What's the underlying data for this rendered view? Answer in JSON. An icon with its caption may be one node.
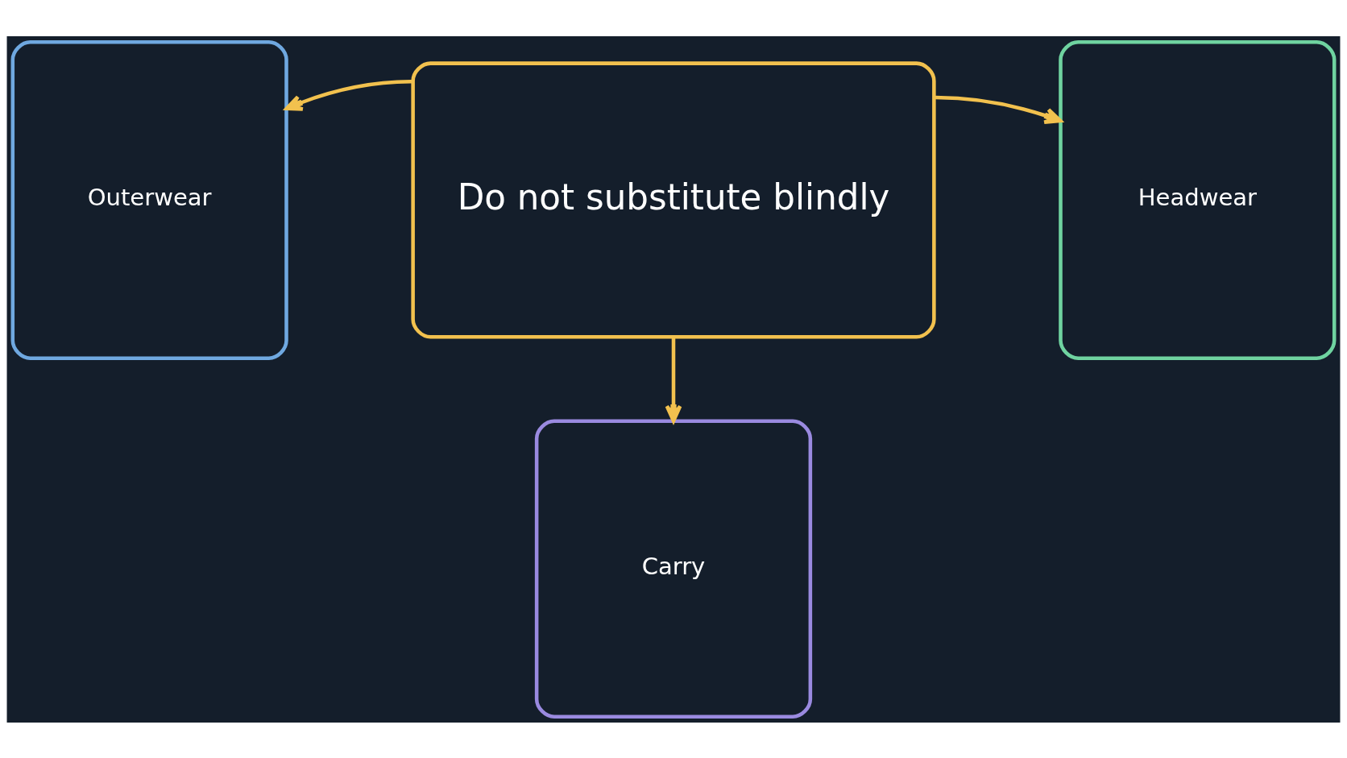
{
  "diagram": {
    "nodes": [
      {
        "text": [
          "Outerwear"
        ]
      },
      {
        "text": [
          "Do not substitute blindly"
        ]
      },
      {
        "text": [
          "Headwear"
        ]
      },
      {
        "text": [
          "Carry"
        ]
      }
    ],
    "edges": [
      {
        "from": 1,
        "to": 0,
        "arrow": "to"
      },
      {
        "from": 1,
        "to": 2,
        "arrow": "to"
      },
      {
        "from": 1,
        "to": 3,
        "arrow": "to"
      }
    ]
  }
}
